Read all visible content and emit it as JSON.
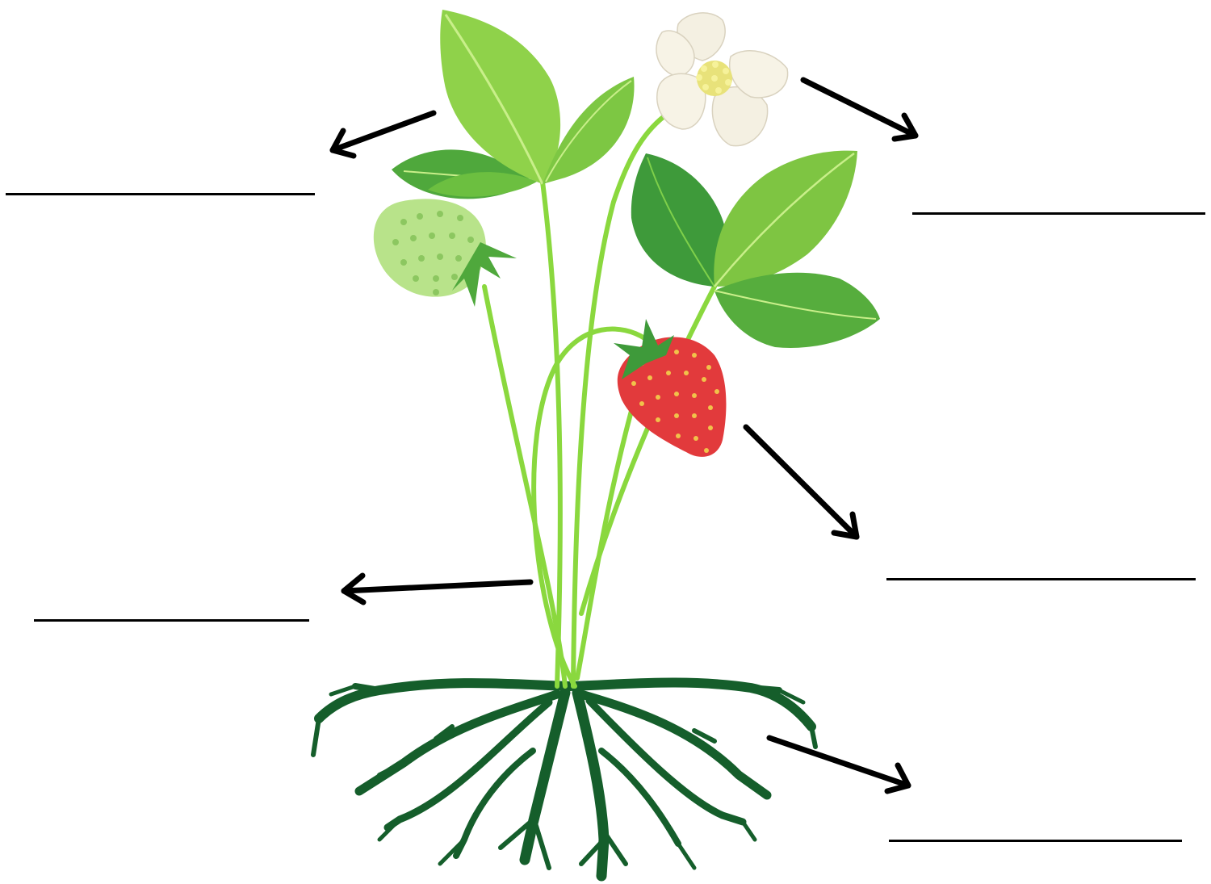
{
  "diagram": {
    "labels": [
      {
        "part": "leaf",
        "answer": ""
      },
      {
        "part": "flower",
        "answer": ""
      },
      {
        "part": "fruit",
        "answer": ""
      },
      {
        "part": "stem",
        "answer": ""
      },
      {
        "part": "roots",
        "answer": ""
      }
    ]
  },
  "colors": {
    "leaf_light": "#8fd24a",
    "leaf_dark": "#3e9a3a",
    "leaf_vein": "#c9ef8a",
    "stem": "#8ad83e",
    "root": "#155e2b",
    "flower_petal": "#f7f3e6",
    "flower_center": "#e8e27a",
    "ripe_berry": "#e23a3c",
    "ripe_seed": "#f1c24a",
    "unripe_berry": "#b8e38a",
    "unripe_seed": "#8cc760",
    "arrow": "#000000"
  }
}
